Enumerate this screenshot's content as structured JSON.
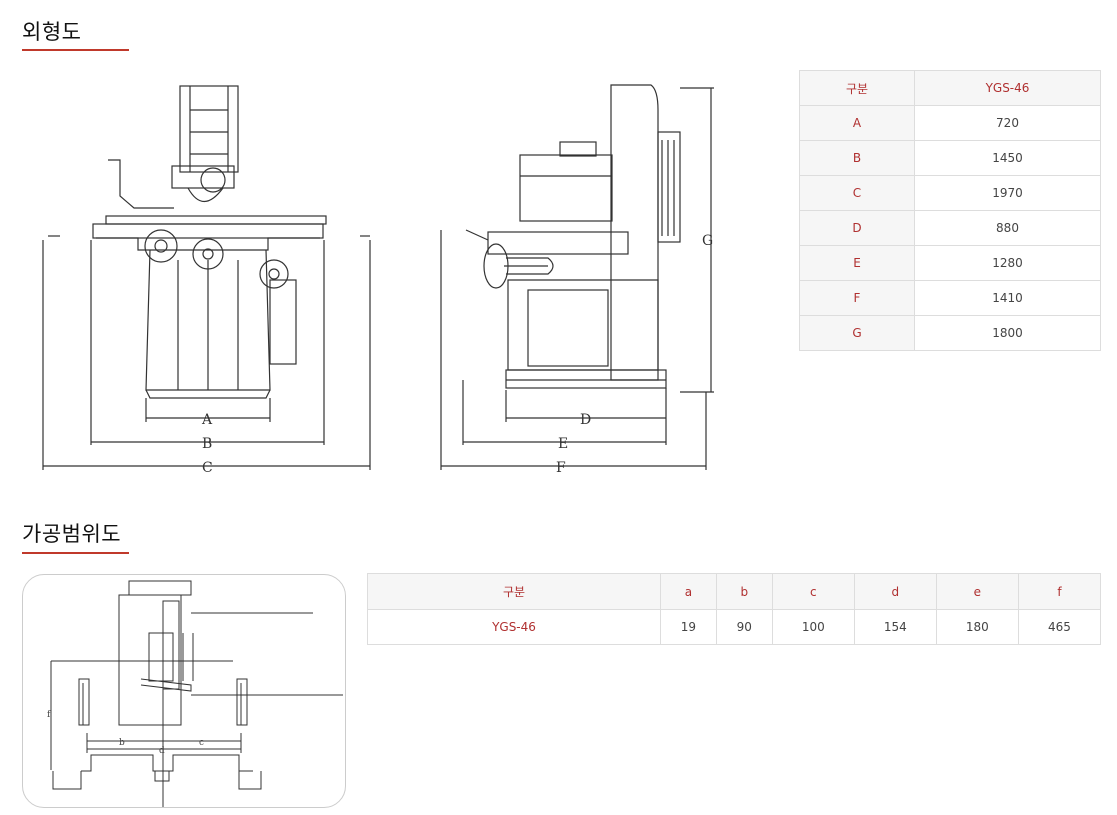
{
  "sections": {
    "outline_title": "외형도",
    "range_title": "가공범위도"
  },
  "dimension_labels": {
    "front": [
      "A",
      "B",
      "C"
    ],
    "side": [
      "D",
      "E",
      "F",
      "G"
    ],
    "range": [
      "b",
      "d",
      "c",
      "f"
    ]
  },
  "outline_table": {
    "header": [
      "구분",
      "YGS-46"
    ],
    "rows": [
      {
        "label": "A",
        "value": "720"
      },
      {
        "label": "B",
        "value": "1450"
      },
      {
        "label": "C",
        "value": "1970"
      },
      {
        "label": "D",
        "value": "880"
      },
      {
        "label": "E",
        "value": "1280"
      },
      {
        "label": "F",
        "value": "1410"
      },
      {
        "label": "G",
        "value": "1800"
      }
    ]
  },
  "range_table": {
    "header": [
      "구분",
      "a",
      "b",
      "c",
      "d",
      "e",
      "f"
    ],
    "row": [
      "YGS-46",
      "19",
      "90",
      "100",
      "154",
      "180",
      "465"
    ]
  },
  "colors": {
    "accent": "#c0392b",
    "header_text": "#b03030",
    "header_bg": "#f6f6f6",
    "border": "#dddddd"
  }
}
